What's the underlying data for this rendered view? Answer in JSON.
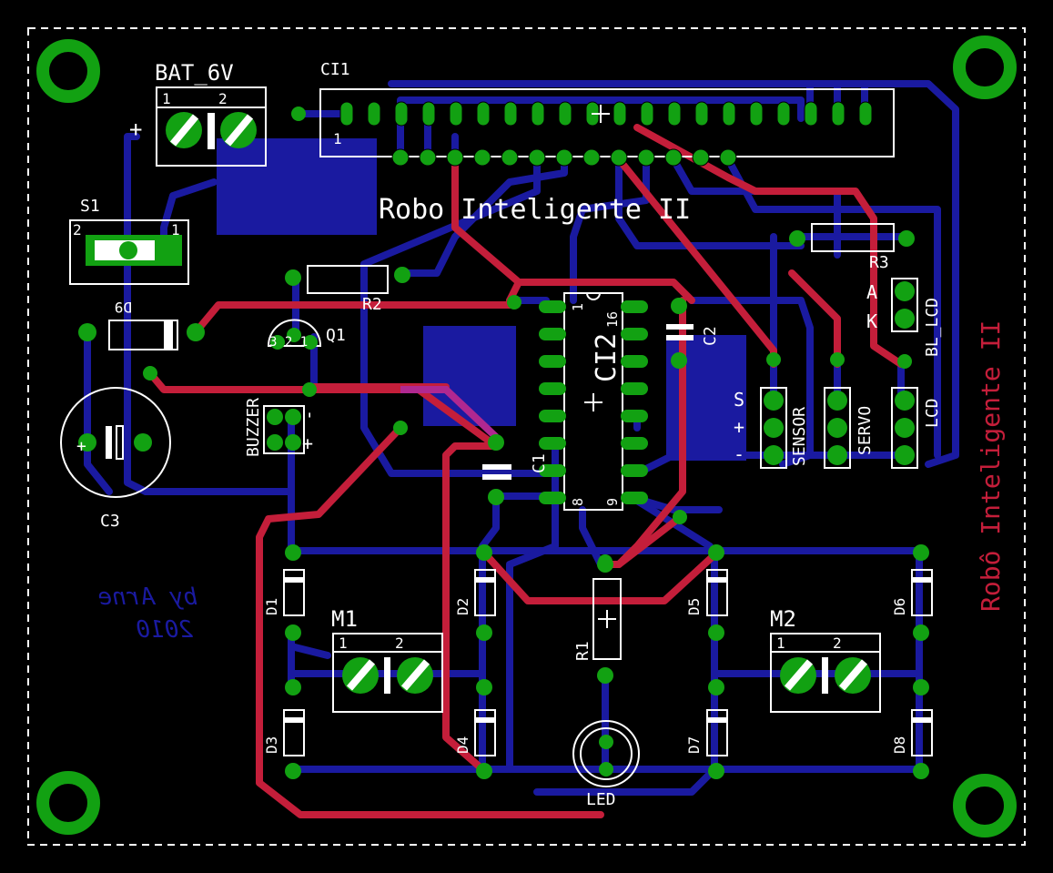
{
  "board": {
    "title": "Robo Inteligente II",
    "side_title": "Robô Inteligente II",
    "author": "by Arne",
    "year": "2010"
  },
  "components": {
    "bat": "BAT_6V",
    "ci1": "CI1",
    "ci1_pin1": "1",
    "s1": "S1",
    "s1_pin2": "2",
    "s1_pin1": "1",
    "d9": "D9",
    "r2": "R2",
    "r3": "R3",
    "q1": "Q1",
    "q1_pins": "3 2 1",
    "c1": "C1",
    "c2": "C2",
    "c3": "C3",
    "ci2": "CI2",
    "ci2_p1": "1",
    "ci2_p16": "16",
    "ci2_p8": "8",
    "ci2_p9": "9",
    "r1": "R1",
    "led": "LED",
    "buzzer": "BUZZER",
    "m1": "M1",
    "m2": "M2",
    "d1": "D1",
    "d2": "D2",
    "d3": "D3",
    "d4": "D4",
    "d5": "D5",
    "d6": "D6",
    "d7": "D7",
    "d8": "D8",
    "sensor": "SENSOR",
    "servo": "SERVO",
    "lcd": "LCD",
    "bl_lcd": "BL_LCD",
    "term_1": "1",
    "term_2": "2",
    "plus": "+",
    "minus": "-",
    "s_mark": "S",
    "a_mark": "A",
    "k_mark": "K"
  },
  "colors": {
    "background": "#000000",
    "top_copper": "#c41e3a",
    "bottom_copper": "#1a1aa0",
    "pad": "#12a112",
    "silkscreen": "#ffffff",
    "outline": "#ffffff"
  }
}
